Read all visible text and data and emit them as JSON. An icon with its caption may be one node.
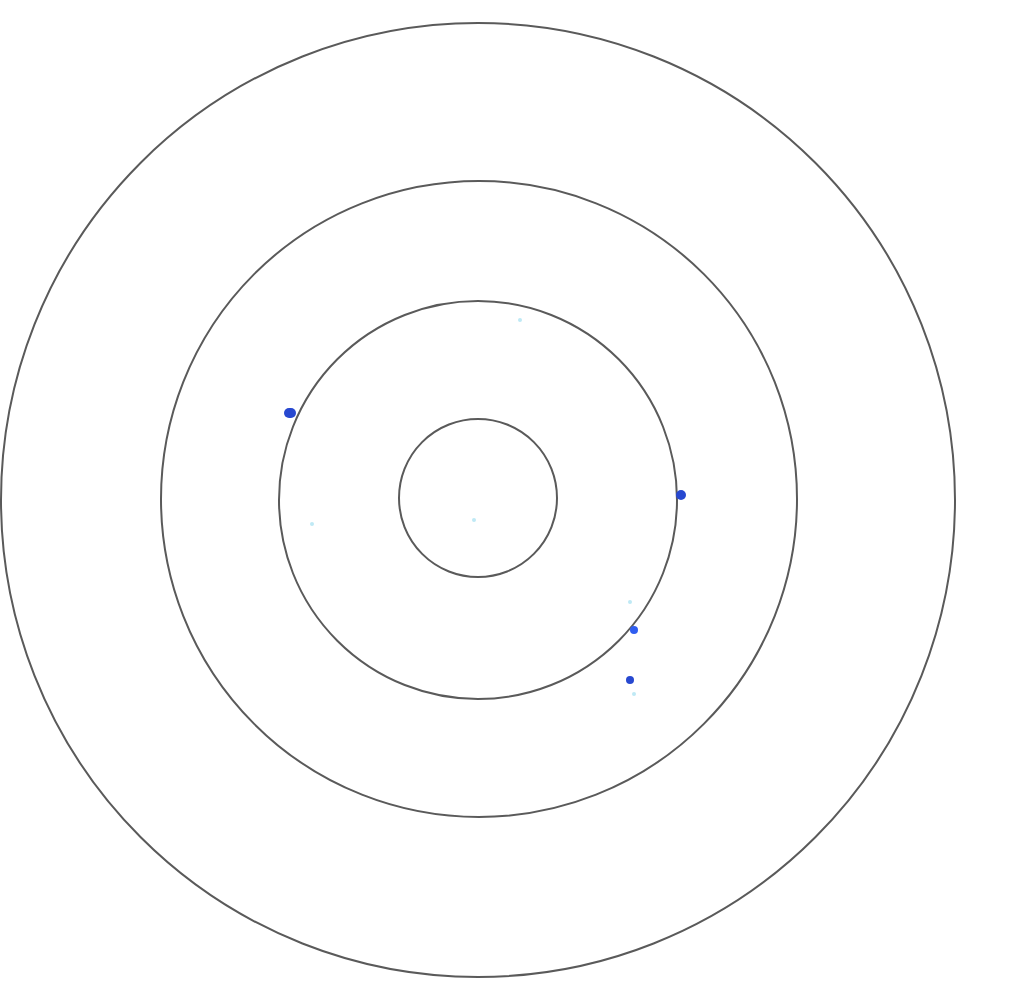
{
  "diagram": {
    "nodes": [
      {
        "text": [],
        "shape": "circle"
      },
      {
        "text": [],
        "shape": "circle",
        "in": 0
      },
      {
        "text": [],
        "shape": "circle",
        "in": 1
      },
      {
        "text": [],
        "shape": "circle",
        "in": 2
      },
      {
        "text": [],
        "shape": "dot",
        "in": 2
      },
      {
        "text": [],
        "shape": "dot",
        "in": 2
      },
      {
        "text": [],
        "shape": "dot",
        "in": 1
      },
      {
        "text": [],
        "shape": "dot",
        "in": 3
      },
      {
        "text": [],
        "shape": "dot",
        "in": 2
      },
      {
        "text": [],
        "shape": "dot",
        "in": 2
      },
      {
        "text": [],
        "shape": "dot",
        "in": 2
      },
      {
        "text": [],
        "shape": "dot",
        "in": 2
      },
      {
        "text": [],
        "shape": "dot",
        "in": 2
      }
    ]
  }
}
